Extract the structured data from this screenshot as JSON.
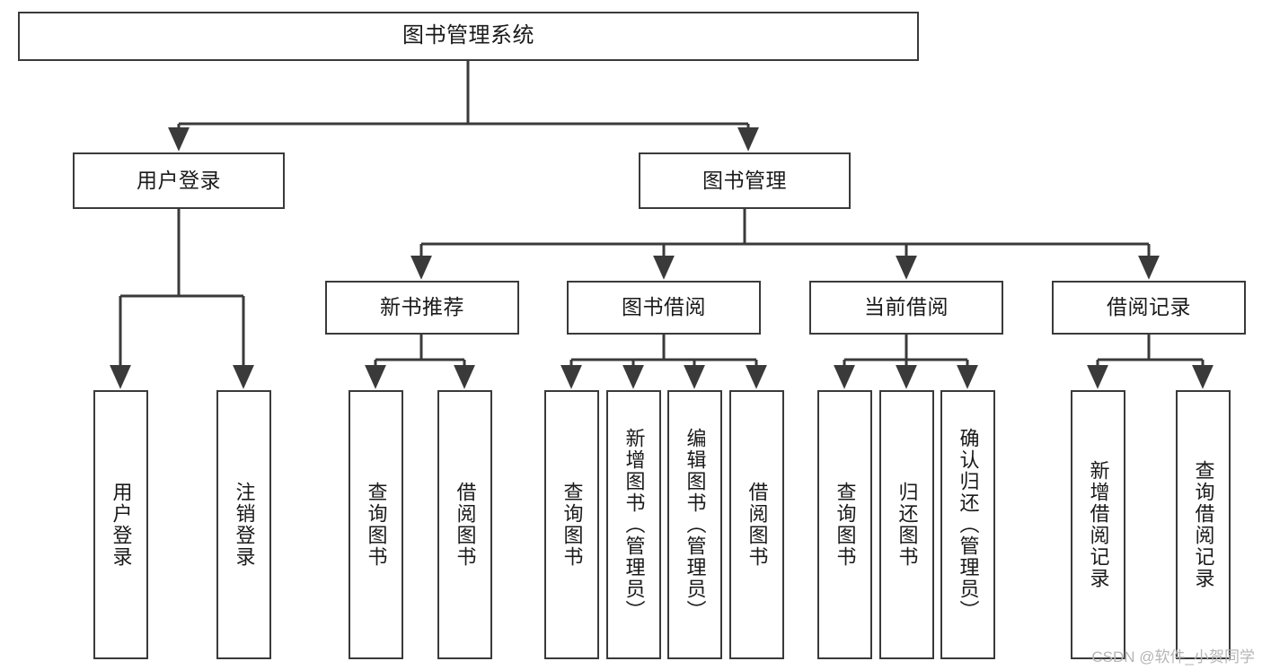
{
  "diagram": {
    "type": "tree-hierarchy-flowchart",
    "title": "图书管理系统",
    "watermark": "CSDN @软件_小贺同学",
    "colors": {
      "box_border": "#3a3a3a",
      "box_fill": "#ffffff",
      "connector": "#3a3a3a",
      "text": "#1a1a1a",
      "watermark": "#b5b5b5",
      "background": "#ffffff"
    },
    "nodes": {
      "root": {
        "label": "图书管理系统",
        "level": 1
      },
      "level2": [
        {
          "id": "user-login",
          "label": "用户登录"
        },
        {
          "id": "book-management",
          "label": "图书管理"
        }
      ],
      "level3": [
        {
          "id": "new-book-recommend",
          "label": "新书推荐",
          "parent": "book-management"
        },
        {
          "id": "book-borrow",
          "label": "图书借阅",
          "parent": "book-management"
        },
        {
          "id": "current-borrow",
          "label": "当前借阅",
          "parent": "book-management"
        },
        {
          "id": "borrow-record",
          "label": "借阅记录",
          "parent": "book-management"
        }
      ],
      "leaves": [
        {
          "id": "leaf-user-login",
          "label": "用户登录",
          "parent": "user-login"
        },
        {
          "id": "leaf-logout-login",
          "label": "注销登录",
          "parent": "user-login"
        },
        {
          "id": "leaf-query-book-1",
          "label": "查询图书",
          "parent": "new-book-recommend"
        },
        {
          "id": "leaf-borrow-book-1",
          "label": "借阅图书",
          "parent": "new-book-recommend"
        },
        {
          "id": "leaf-query-book-2",
          "label": "查询图书",
          "parent": "book-borrow"
        },
        {
          "id": "leaf-add-book",
          "label": "新增图书（管理员）",
          "parent": "book-borrow"
        },
        {
          "id": "leaf-edit-book",
          "label": "编辑图书（管理员）",
          "parent": "book-borrow"
        },
        {
          "id": "leaf-borrow-book-2",
          "label": "借阅图书",
          "parent": "book-borrow"
        },
        {
          "id": "leaf-query-book-3",
          "label": "查询图书",
          "parent": "current-borrow"
        },
        {
          "id": "leaf-return-book",
          "label": "归还图书",
          "parent": "current-borrow"
        },
        {
          "id": "leaf-confirm-return",
          "label": "确认归还（管理员）",
          "parent": "current-borrow"
        },
        {
          "id": "leaf-add-record",
          "label": "新增借阅记录",
          "parent": "borrow-record"
        },
        {
          "id": "leaf-query-record",
          "label": "查询借阅记录",
          "parent": "borrow-record"
        }
      ]
    }
  }
}
